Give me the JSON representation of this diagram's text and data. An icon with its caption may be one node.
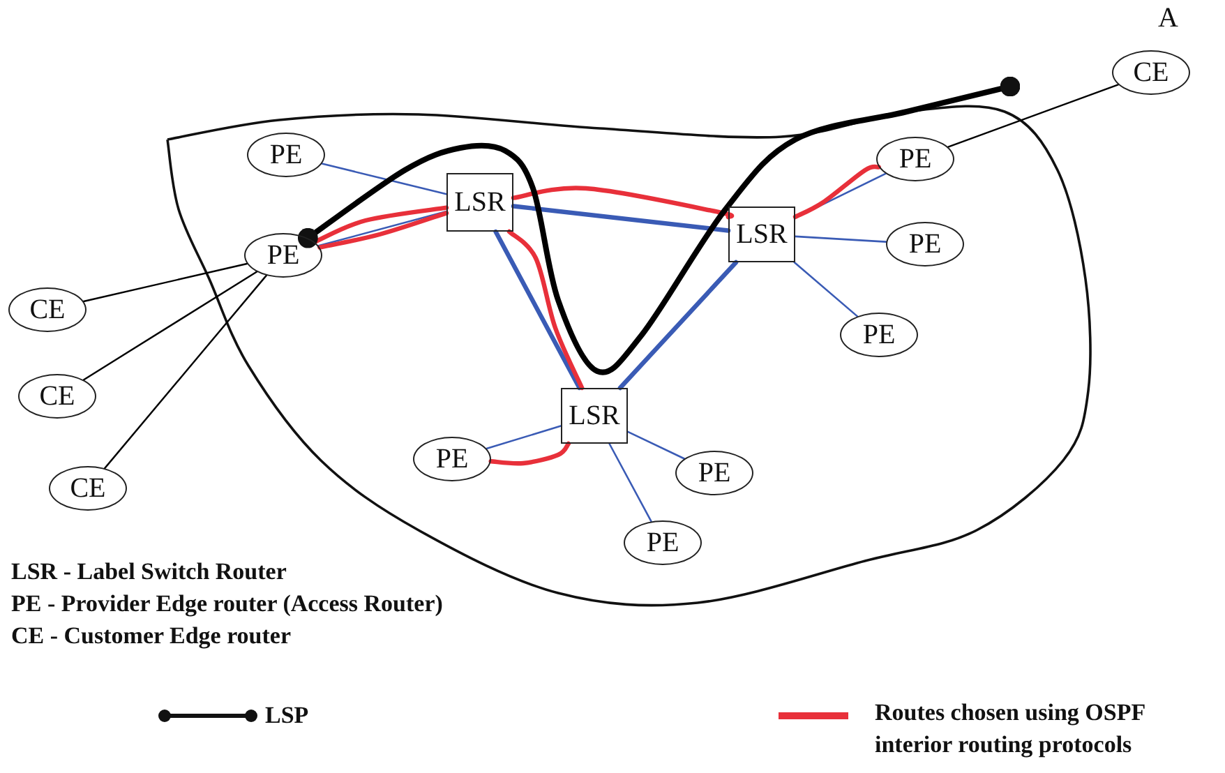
{
  "diagram": {
    "nodes": [
      {
        "text": [
          "CE"
        ],
        "beside": [
          "A"
        ]
      },
      {
        "text": [
          "PE"
        ]
      },
      {
        "text": [
          "PE"
        ]
      },
      {
        "text": [
          "LSR"
        ]
      },
      {
        "text": [
          "PE"
        ]
      },
      {
        "text": [
          "LSR"
        ]
      },
      {
        "text": [
          "PE"
        ]
      },
      {
        "text": [
          "CE"
        ]
      },
      {
        "text": [
          "PE"
        ]
      },
      {
        "text": [
          "CE"
        ]
      },
      {
        "text": [
          "LSR"
        ]
      },
      {
        "text": [
          "PE"
        ]
      },
      {
        "text": [
          "PE"
        ]
      },
      {
        "text": [
          "CE"
        ]
      },
      {
        "text": [
          "PE"
        ]
      }
    ],
    "edges": [
      {
        "from": 1,
        "to": 3,
        "arrow": "none"
      },
      {
        "from": 4,
        "to": 3,
        "arrow": "none"
      },
      {
        "from": 3,
        "to": 5,
        "arrow": "none",
        "style": "thick"
      },
      {
        "from": 3,
        "to": 10,
        "arrow": "none",
        "style": "thick"
      },
      {
        "from": 10,
        "to": 5,
        "arrow": "none",
        "style": "thick"
      },
      {
        "from": 5,
        "to": 2,
        "arrow": "none"
      },
      {
        "from": 5,
        "to": 6,
        "arrow": "none"
      },
      {
        "from": 5,
        "to": 8,
        "arrow": "none"
      },
      {
        "from": 10,
        "to": 11,
        "arrow": "none"
      },
      {
        "from": 10,
        "to": 12,
        "arrow": "none"
      },
      {
        "from": 10,
        "to": 14,
        "arrow": "none"
      },
      {
        "from": 2,
        "to": 0,
        "arrow": "none",
        "color": "#000000"
      },
      {
        "from": 4,
        "to": 7,
        "arrow": "none",
        "color": "#000000"
      },
      {
        "from": 4,
        "to": 9,
        "arrow": "none",
        "color": "#000000"
      },
      {
        "from": 4,
        "to": 13,
        "arrow": "none",
        "color": "#000000"
      },
      {
        "from": 4,
        "to": 3,
        "arrow": "none",
        "style": "thick",
        "color": "#e8303a"
      },
      {
        "from": 3,
        "to": 5,
        "arrow": "none",
        "style": "thick",
        "color": "#e8303a"
      },
      {
        "from": 5,
        "to": 2,
        "arrow": "none",
        "style": "thick",
        "color": "#e8303a"
      },
      {
        "from": 4,
        "to": 3,
        "arrow": "none",
        "style": "thick",
        "color": "#e8303a"
      },
      {
        "from": 3,
        "to": 10,
        "arrow": "none",
        "style": "thick",
        "color": "#e8303a"
      },
      {
        "from": 10,
        "to": 11,
        "arrow": "none",
        "style": "thick",
        "color": "#e8303a"
      },
      {
        "from": 4,
        "to": null,
        "arrow": "other",
        "style": "thick",
        "color": "#000000"
      }
    ],
    "labels": [
      "LSR - Label Switch Router",
      "PE - Provider Edge router (Access Router)",
      "CE - Customer Edge router"
    ],
    "legend": [
      {
        "text": "LSP"
      },
      {
        "text": "Routes chosen using OSPF interior routing protocols",
        "color": "#e8303a"
      }
    ]
  }
}
